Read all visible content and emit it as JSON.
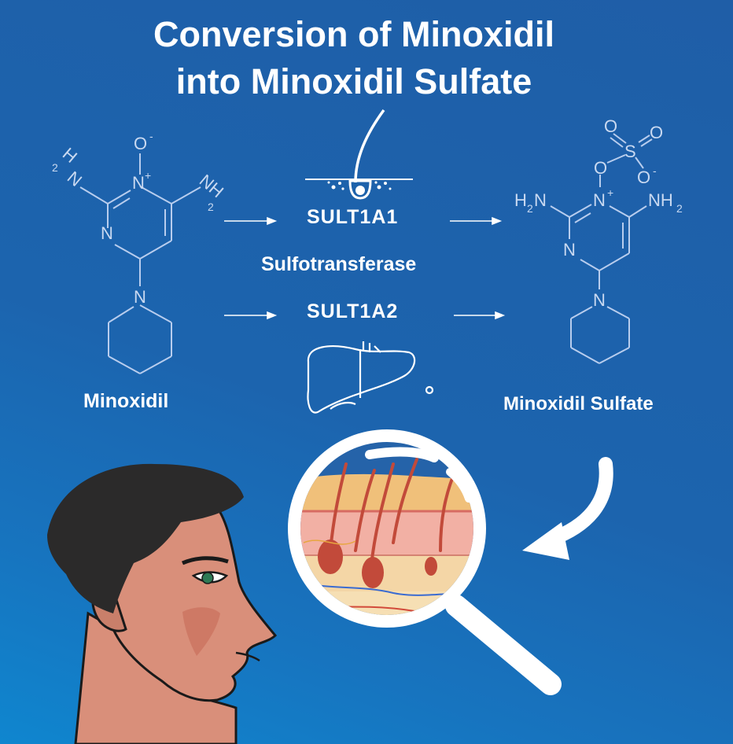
{
  "title": {
    "line1": "Conversion of Minoxidil",
    "line2": "into Minoxidil Sulfate"
  },
  "enzymes": {
    "sult1a1": "SULT1A1",
    "category": "Sulfotransferase",
    "sult1a2": "SULT1A2"
  },
  "compounds": {
    "left_label": "Minoxidil",
    "right_label": "Minoxidil Sulfate"
  },
  "molecule_left": {
    "atoms": [
      "H",
      "2",
      "N",
      "O",
      "-",
      "N",
      "+",
      "NH",
      "2",
      "N",
      "N"
    ]
  },
  "molecule_right": {
    "atoms": [
      "O",
      "O",
      "S",
      "O",
      "-",
      "O",
      "N",
      "+",
      "H",
      "2",
      "N",
      "NH",
      "2",
      "N",
      "N"
    ]
  },
  "icons": [
    "hair-follicle-icon",
    "liver-icon",
    "magnifier-skin-cross-section-icon",
    "curved-arrow-icon",
    "person-profile-illustration"
  ],
  "colors": {
    "background": "#1c64ae",
    "text": "#ffffff",
    "structure_lines": "#b8cdee",
    "skin": "#d98f7a",
    "hair": "#2b2a2a"
  }
}
